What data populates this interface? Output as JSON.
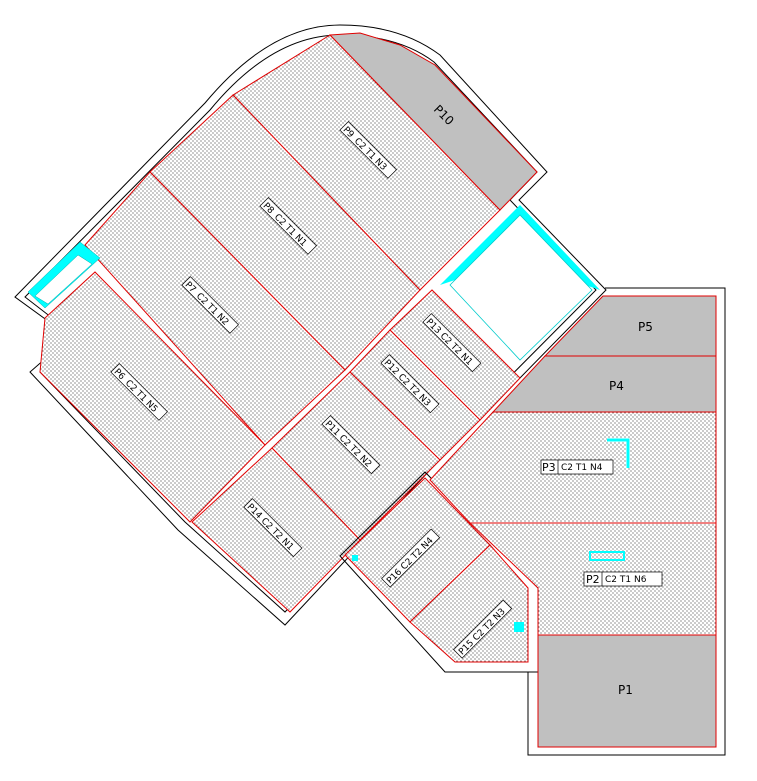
{
  "panels": {
    "P1": {
      "id": "P1",
      "code": ""
    },
    "P2": {
      "id": "P2",
      "code": "C2 T1 N6"
    },
    "P3": {
      "id": "P3",
      "code": "C2 T1 N4"
    },
    "P4": {
      "id": "P4",
      "code": ""
    },
    "P5": {
      "id": "P5",
      "code": ""
    },
    "P6": {
      "id": "P6",
      "code": "C2 T1 N5"
    },
    "P7": {
      "id": "P7",
      "code": "C2 T1 N2"
    },
    "P8": {
      "id": "P8",
      "code": "C2 T1 N1"
    },
    "P9": {
      "id": "P9",
      "code": "C2 T1 N3"
    },
    "P10": {
      "id": "P10",
      "code": ""
    },
    "P11": {
      "id": "P11",
      "code": "C2 T2 N2"
    },
    "P12": {
      "id": "P12",
      "code": "C2 T2 N3"
    },
    "P13": {
      "id": "P13",
      "code": "C2 T2 N1"
    },
    "P14": {
      "id": "P14",
      "code": "C2 T2 N1"
    },
    "P15": {
      "id": "P15",
      "code": "C2 T2 N3"
    },
    "P16": {
      "id": "P16",
      "code": "C2 T2 N4"
    }
  },
  "colors": {
    "outline": "#000000",
    "panel_edge": "#ff0000",
    "gray_fill": "#c0c0c0",
    "accent": "#00ffff",
    "dot": "#000000"
  }
}
